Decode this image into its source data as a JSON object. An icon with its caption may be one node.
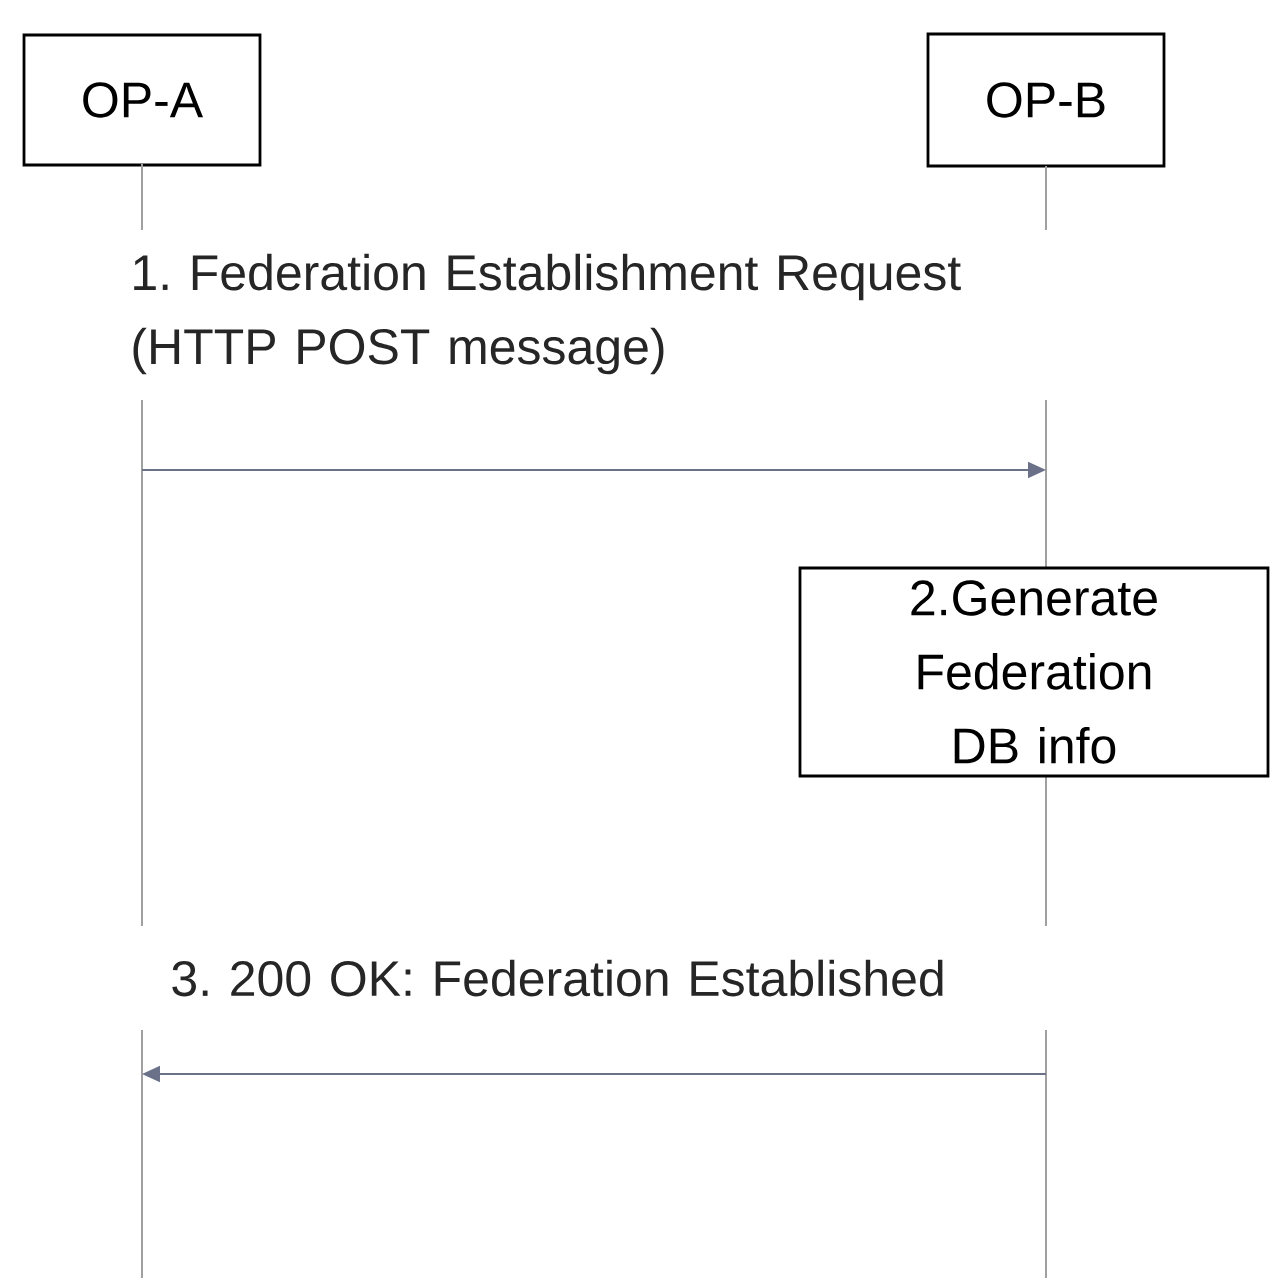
{
  "diagram": {
    "nodes": [
      {
        "text": [
          "OP-A"
        ]
      },
      {
        "text": [
          "OP-B"
        ]
      },
      {
        "text": [
          "2.Generate Federation DB info"
        ]
      }
    ],
    "edges": [
      {
        "from": 0,
        "to": 1,
        "arrow": "to",
        "label": "1. Federation Establishment Request (HTTP POST message)"
      },
      {
        "from": 1,
        "to": 0,
        "arrow": "to",
        "label": "3. 200 OK: Federation Established"
      }
    ]
  }
}
